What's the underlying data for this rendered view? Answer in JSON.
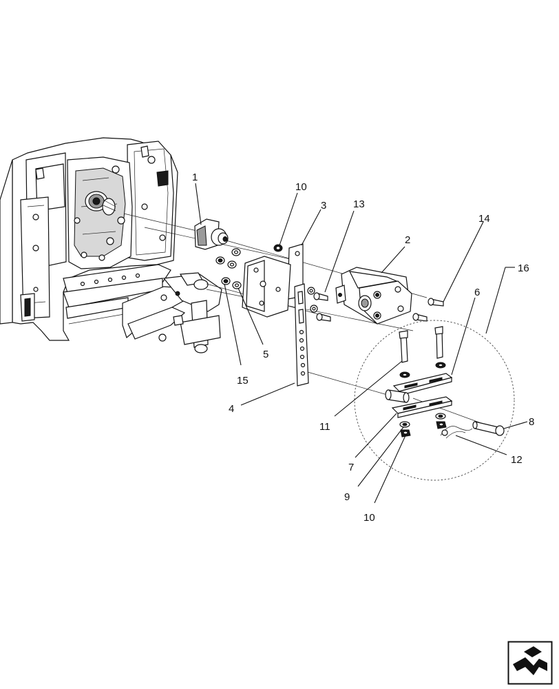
{
  "callouts": [
    {
      "id": "c1",
      "text": "1"
    },
    {
      "id": "c2",
      "text": "2"
    },
    {
      "id": "c3",
      "text": "3"
    },
    {
      "id": "c4",
      "text": "4"
    },
    {
      "id": "c5",
      "text": "5"
    },
    {
      "id": "c6",
      "text": "6"
    },
    {
      "id": "c7",
      "text": "7"
    },
    {
      "id": "c8",
      "text": "8"
    },
    {
      "id": "c9",
      "text": "9"
    },
    {
      "id": "c10a",
      "text": "10"
    },
    {
      "id": "c10b",
      "text": "10"
    },
    {
      "id": "c11",
      "text": "11"
    },
    {
      "id": "c12",
      "text": "12"
    },
    {
      "id": "c13",
      "text": "13"
    },
    {
      "id": "c14",
      "text": "14"
    },
    {
      "id": "c15",
      "text": "15"
    },
    {
      "id": "c16",
      "text": "16"
    }
  ],
  "nav_icon": "return-arrow-icon"
}
